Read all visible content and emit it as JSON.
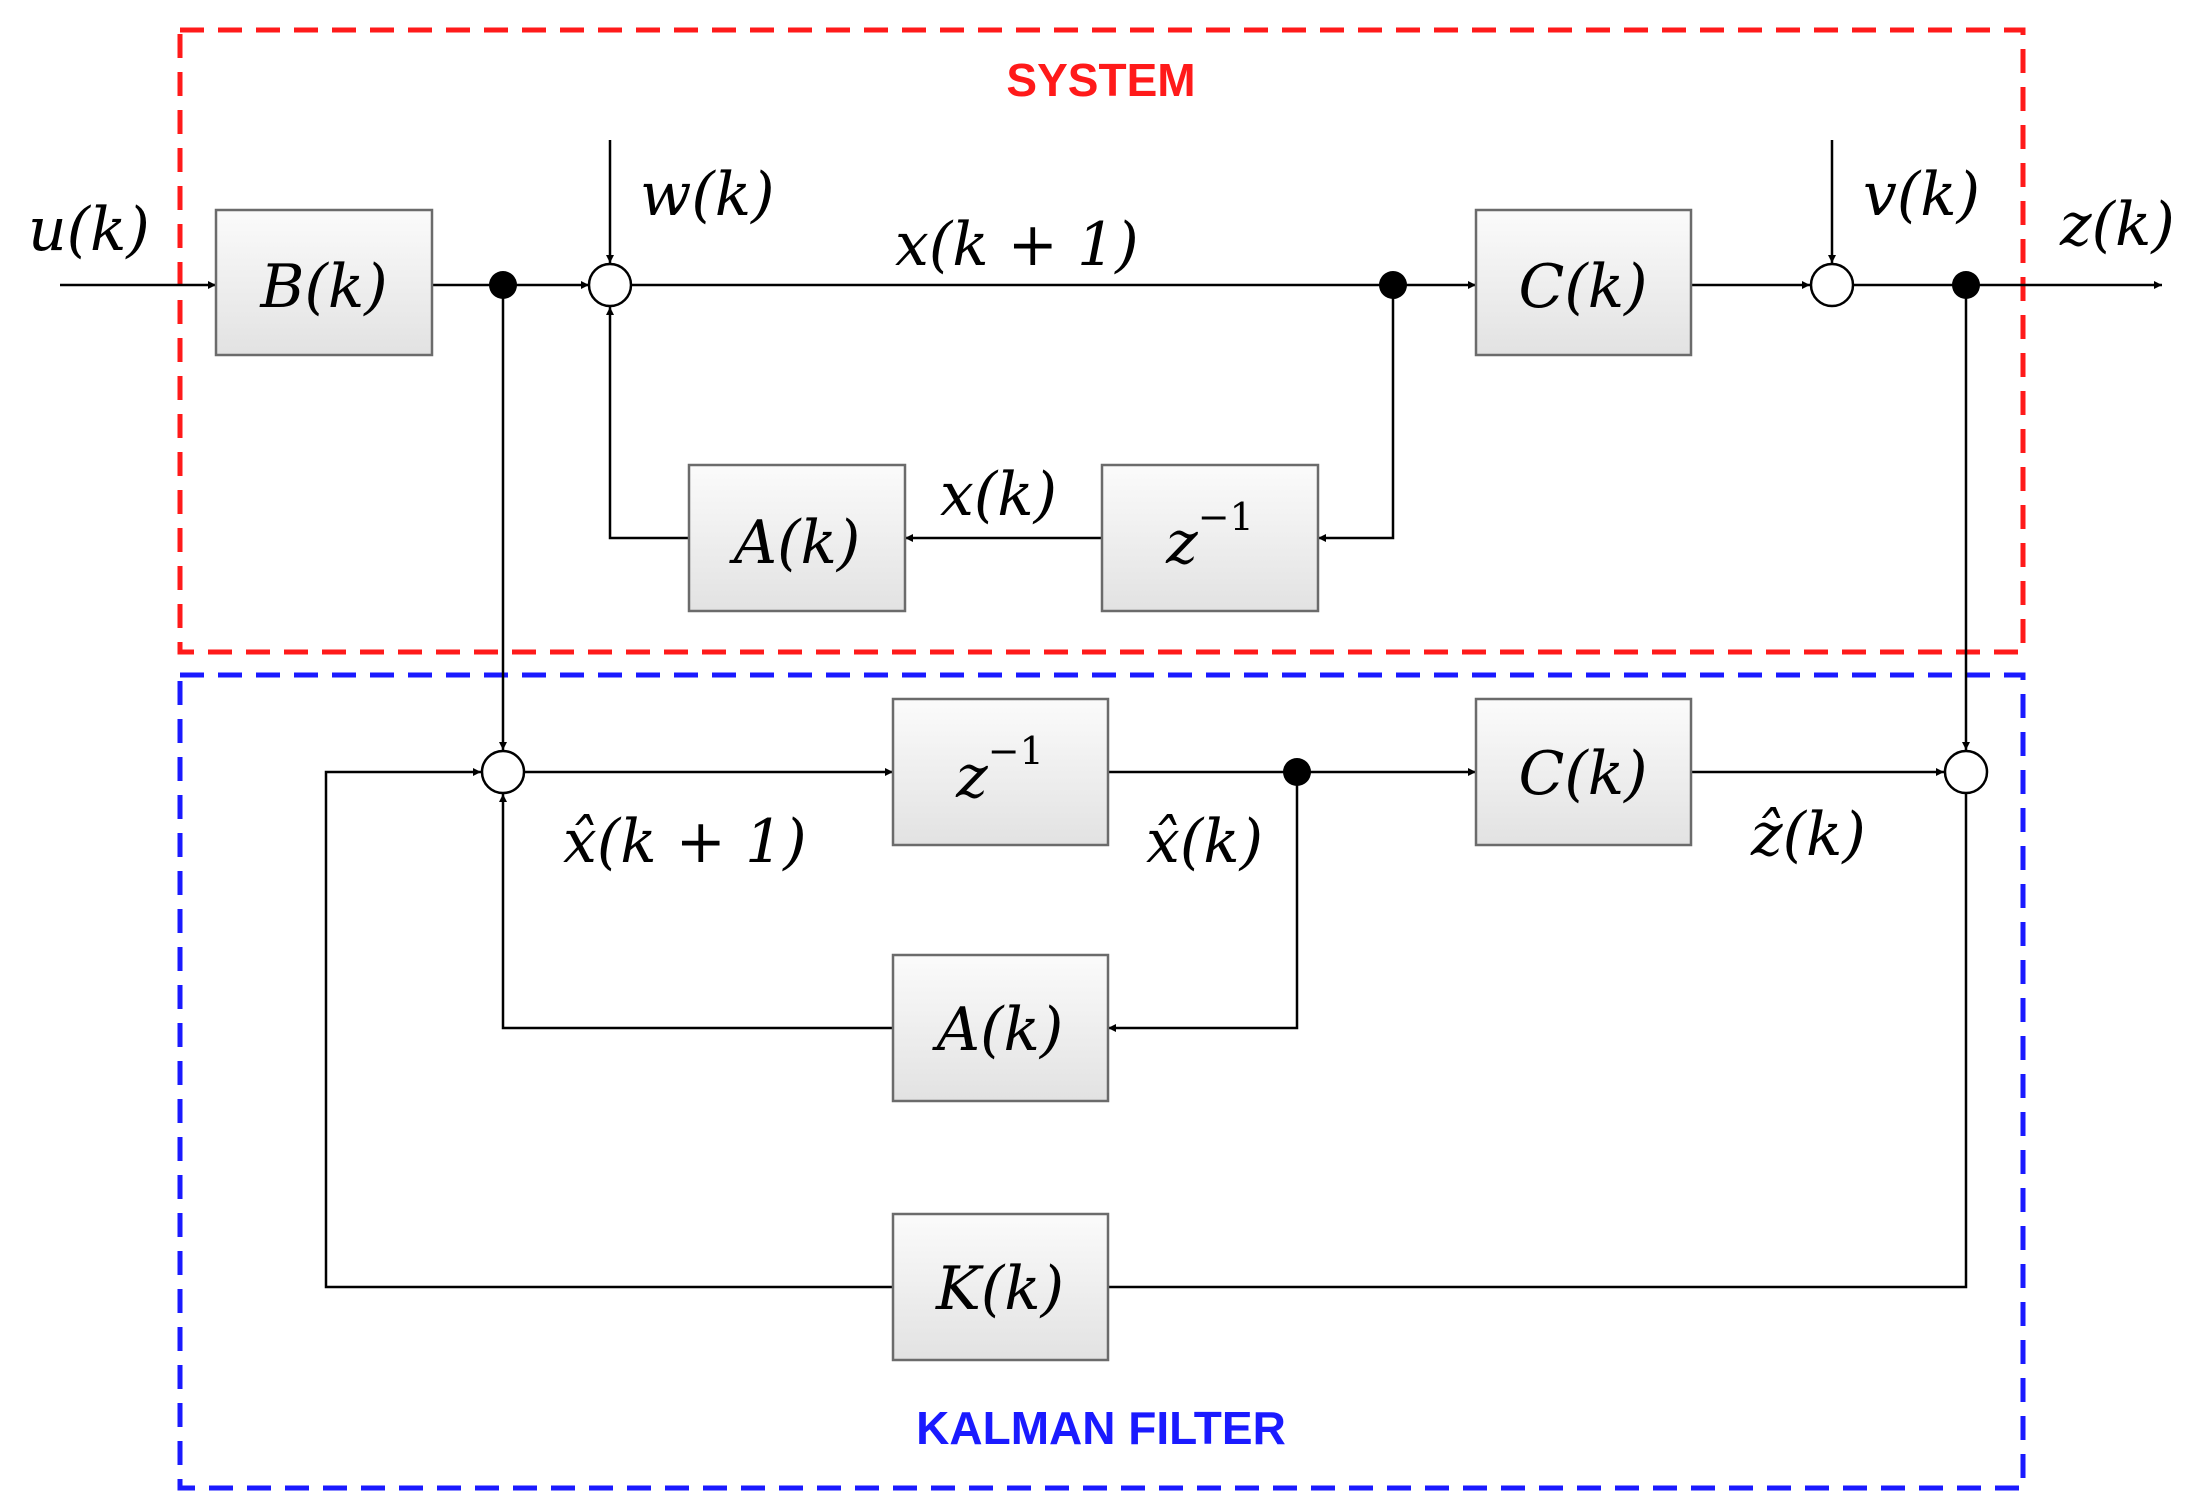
{
  "regions": {
    "system": {
      "title": "SYSTEM",
      "color": "#ff1a1a"
    },
    "filter": {
      "title": "KALMAN FILTER",
      "color": "#1a1aff"
    }
  },
  "blocks": {
    "b": "B(k)",
    "c_sys": "C(k)",
    "a_sys": "A(k)",
    "delay_sys": {
      "base": "z",
      "exp": "−1"
    },
    "delay_kf": {
      "base": "z",
      "exp": "−1"
    },
    "c_kf": "C(k)",
    "a_kf": "A(k)",
    "k": "K(k)"
  },
  "signals": {
    "u": "u(k)",
    "w": "w(k)",
    "x_next": "x(k + 1)",
    "v": "v(k)",
    "z": "z(k)",
    "x": "x(k)",
    "xhat_next": "x̂(k + 1)",
    "xhat": "x̂(k)",
    "zhat": "ẑ(k)"
  }
}
